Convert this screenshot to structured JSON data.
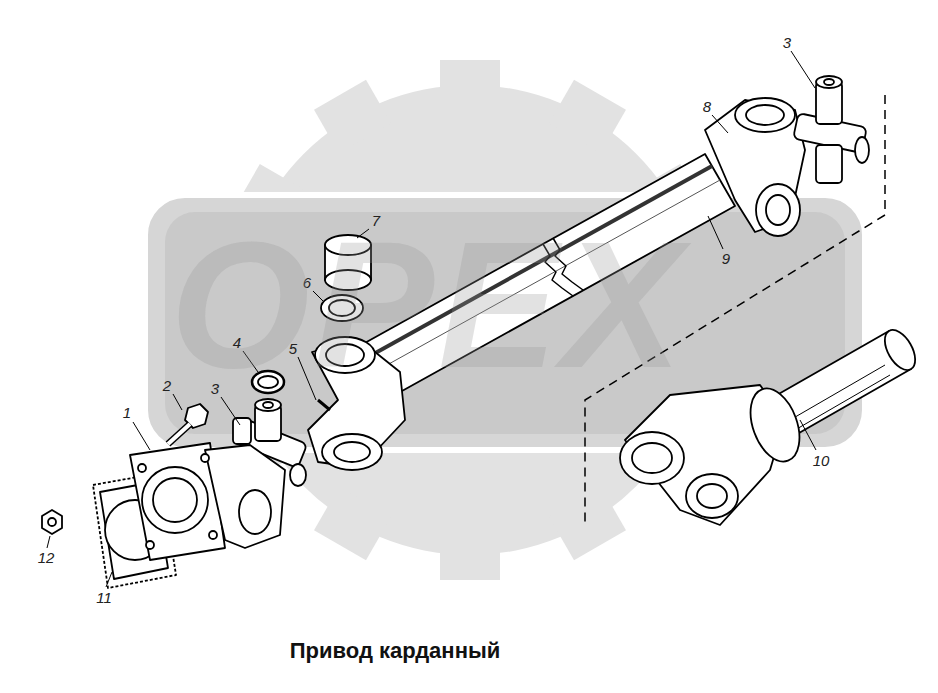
{
  "diagram": {
    "caption": "Привод карданный",
    "labels": [
      "1",
      "2",
      "3",
      "4",
      "5",
      "6",
      "7",
      "8",
      "9",
      "10",
      "11",
      "12",
      "3",
      "OPEX"
    ]
  }
}
